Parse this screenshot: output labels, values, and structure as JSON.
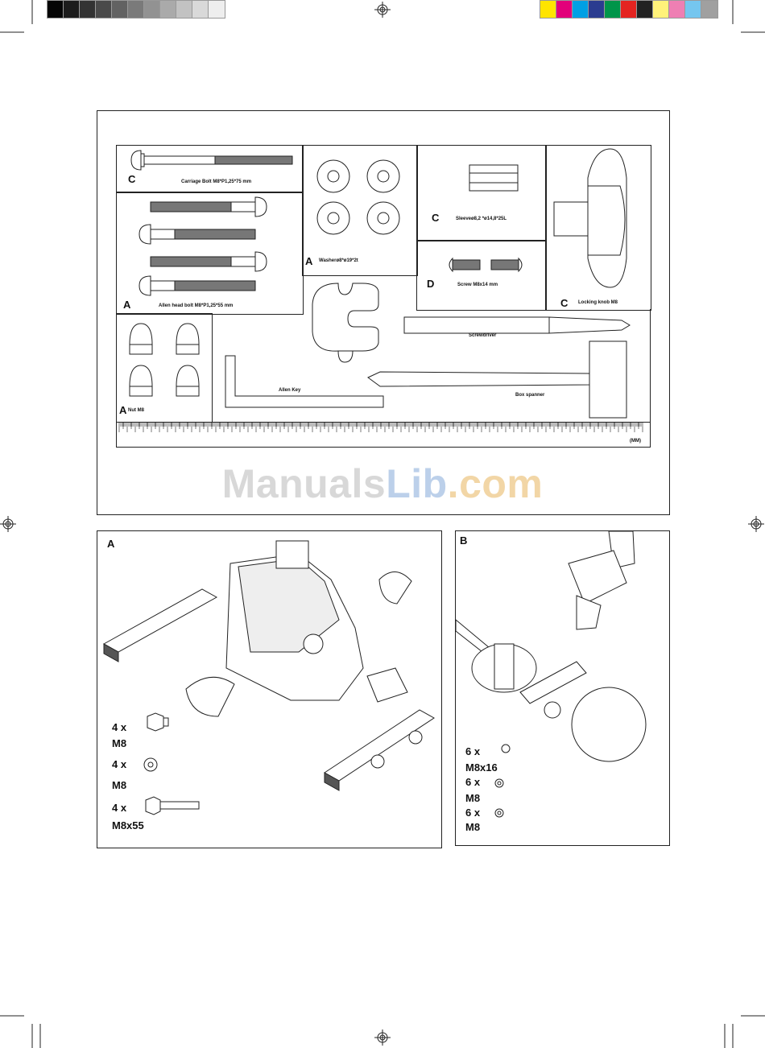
{
  "color_bar": {
    "gray_swatches": [
      "#050505",
      "#1c1c1c",
      "#333333",
      "#4a4a4a",
      "#626262",
      "#7a7a7a",
      "#929292",
      "#aaaaaa",
      "#c2c2c2",
      "#d9d9d9",
      "#eeeeee"
    ],
    "color_swatches": [
      "#ffe400",
      "#e2007a",
      "#00a0e4",
      "#2b3c90",
      "#00954a",
      "#e42421",
      "#222222",
      "#fff27a",
      "#ee7fb3",
      "#75c6ef",
      "#a0a0a0"
    ]
  },
  "parts_panel": {
    "carriage_bolt": {
      "letter": "C",
      "label": "Carriage Bolt  M8*P1,25*75 mm"
    },
    "allen_bolt": {
      "letter": "A",
      "label": "Allen head bolt  M8*P1,25*55 mm"
    },
    "washer": {
      "letter": "A",
      "label": "Washerø8*ø19*2t"
    },
    "sleeve": {
      "letter": "C",
      "label": "Sleeveø8,2 *ø14,8*25L"
    },
    "screw": {
      "letter": "D",
      "label": "Screw M8x14 mm"
    },
    "knob": {
      "letter": "C",
      "label": "Locking knob M8"
    },
    "nut": {
      "letter": "A",
      "label": "Nut M8"
    },
    "screwdriver_label": "Screwdriver",
    "allen_key_label": "Allen Key",
    "box_spanner_label": "Box spanner",
    "ruler_unit": "(MM)"
  },
  "watermark": {
    "part1": "Manuals",
    "part2": "Lib",
    "part3": ".com"
  },
  "step_a": {
    "letter": "A",
    "items": [
      {
        "qty": "4 x",
        "size": "M8"
      },
      {
        "qty": "4 x",
        "size": "M8"
      },
      {
        "qty": "4 x",
        "size": "M8x55"
      }
    ]
  },
  "step_b": {
    "letter": "B",
    "items": [
      {
        "qty": "6 x",
        "size": "M8x16"
      },
      {
        "qty": "6 x",
        "size": "M8"
      },
      {
        "qty": "6 x",
        "size": "M8"
      }
    ]
  }
}
